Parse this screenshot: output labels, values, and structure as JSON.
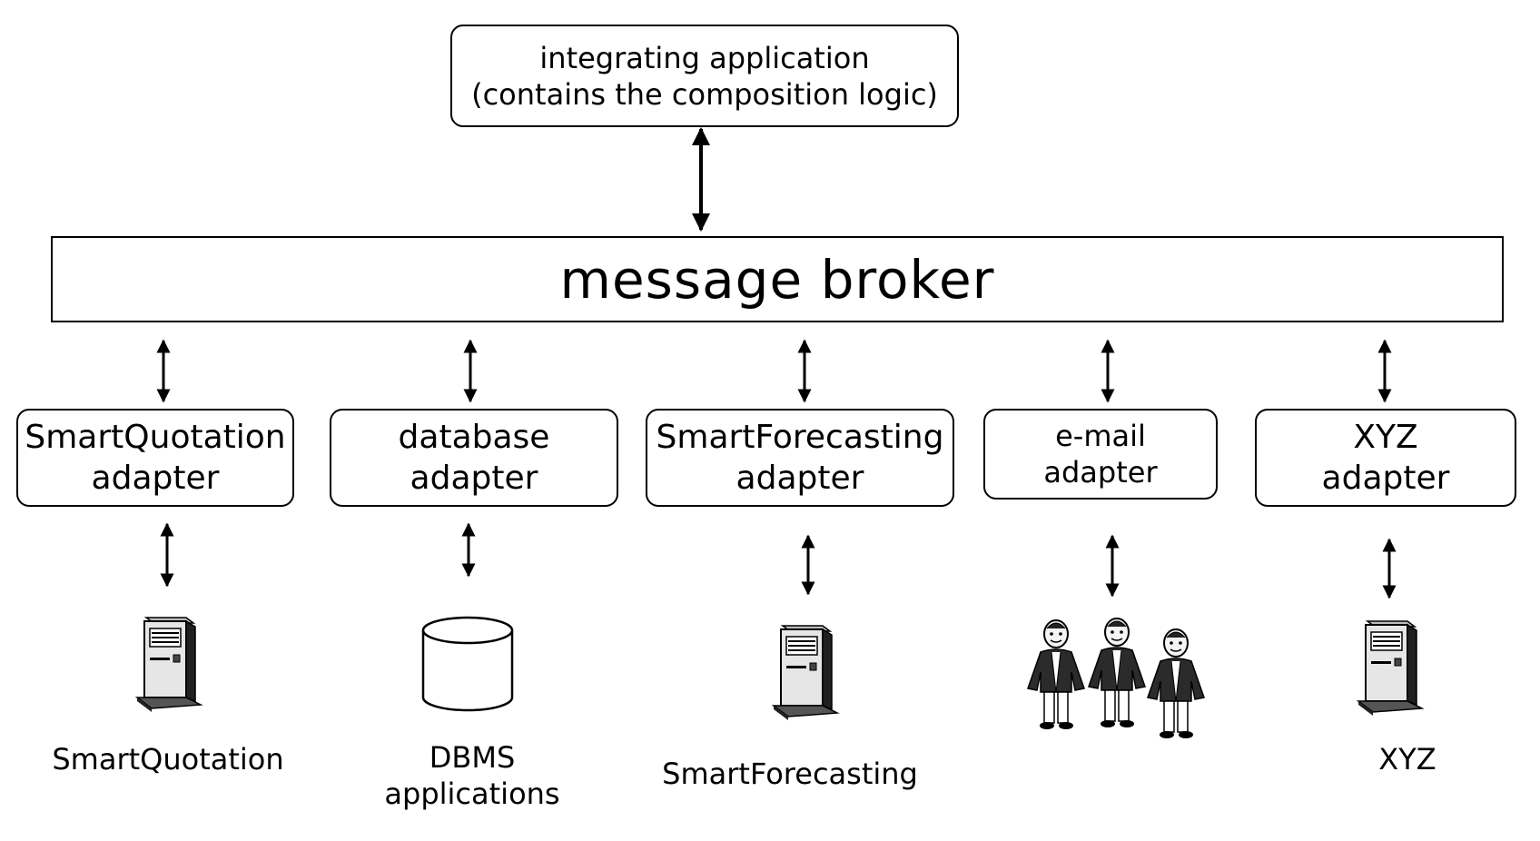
{
  "integrating_app": {
    "line1": "integrating application",
    "line2": "(contains the composition logic)"
  },
  "broker": {
    "label": "message broker"
  },
  "adapters": [
    {
      "line1": "SmartQuotation",
      "line2": "adapter"
    },
    {
      "line1": "database",
      "line2": "adapter"
    },
    {
      "line1": "SmartForecasting",
      "line2": "adapter"
    },
    {
      "line1": "e-mail",
      "line2": "adapter"
    },
    {
      "line1": "XYZ",
      "line2": "adapter"
    }
  ],
  "systems": [
    {
      "icon": "server-icon",
      "line1": "SmartQuotation",
      "line2": ""
    },
    {
      "icon": "database-icon",
      "line1": "DBMS",
      "line2": "applications"
    },
    {
      "icon": "server-icon",
      "line1": "SmartForecasting",
      "line2": ""
    },
    {
      "icon": "people-icon",
      "line1": "",
      "line2": ""
    },
    {
      "icon": "server-icon",
      "line1": "XYZ",
      "line2": ""
    }
  ]
}
